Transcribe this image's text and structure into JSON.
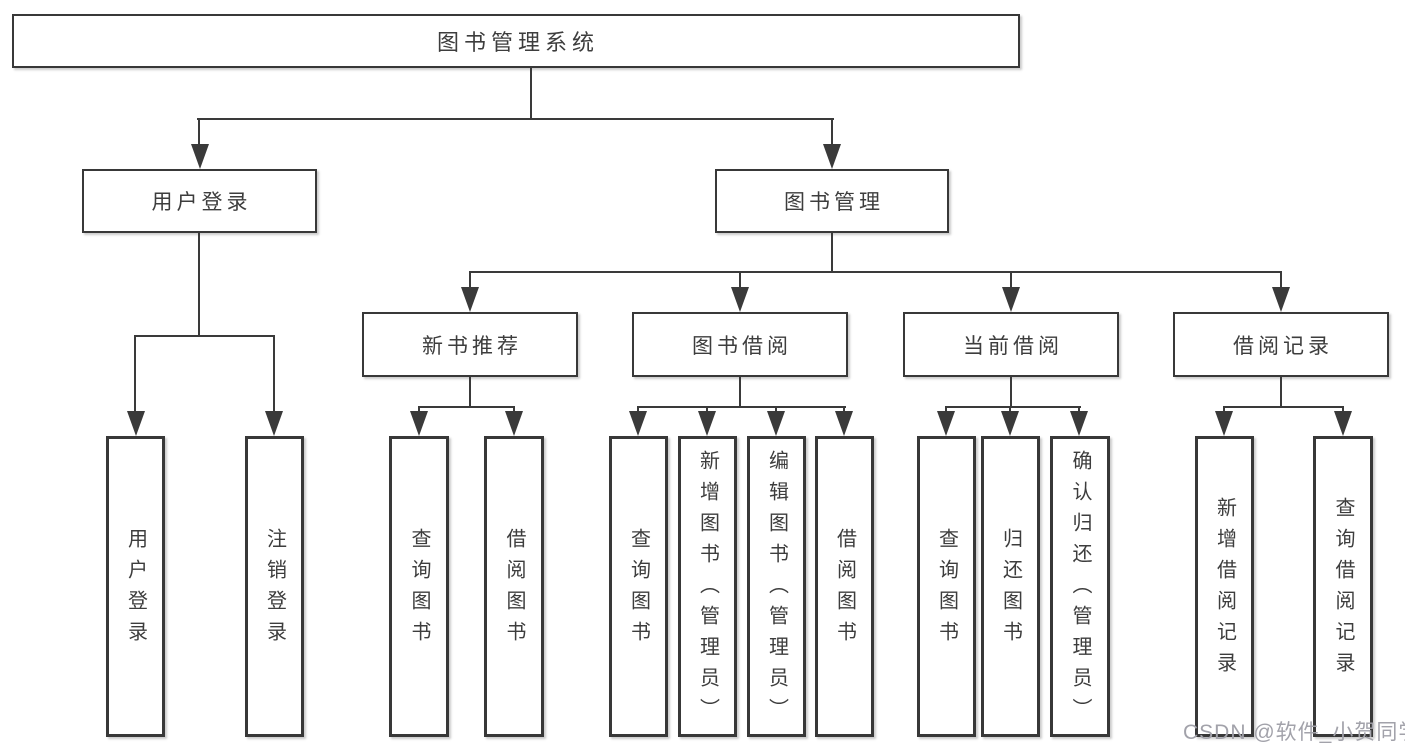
{
  "diagram_type": "hierarchy-structure-diagram",
  "tree": {
    "label": "图书管理系统",
    "children": [
      {
        "label": "用户登录",
        "children": [
          {
            "label": "用户登录"
          },
          {
            "label": "注销登录"
          }
        ]
      },
      {
        "label": "图书管理",
        "children": [
          {
            "label": "新书推荐",
            "children": [
              {
                "label": "查询图书"
              },
              {
                "label": "借阅图书"
              }
            ]
          },
          {
            "label": "图书借阅",
            "children": [
              {
                "label": "查询图书"
              },
              {
                "label": "新增图书（管理员）"
              },
              {
                "label": "编辑图书（管理员）"
              },
              {
                "label": "借阅图书"
              }
            ]
          },
          {
            "label": "当前借阅",
            "children": [
              {
                "label": "查询图书"
              },
              {
                "label": "归还图书"
              },
              {
                "label": "确认归还（管理员）"
              }
            ]
          },
          {
            "label": "借阅记录",
            "children": [
              {
                "label": "新增借阅记录"
              },
              {
                "label": "查询借阅记录"
              }
            ]
          }
        ]
      }
    ]
  },
  "watermark": {
    "text": "CSDN @软件_小贺同学",
    "color": "#a2a2aa"
  },
  "colors": {
    "line": "#3a3a3a",
    "border": "#383838",
    "text": "#3d3d3d",
    "background": "#ffffff"
  }
}
